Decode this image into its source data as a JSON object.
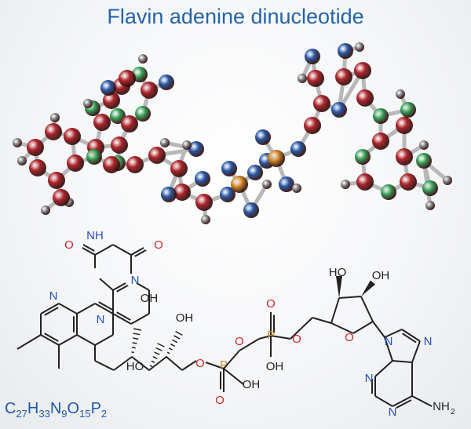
{
  "title": "Flavin adenine dinucleotide",
  "formula": [
    {
      "t": "C",
      "s": false
    },
    {
      "t": "27",
      "s": true
    },
    {
      "t": "H",
      "s": false
    },
    {
      "t": "33",
      "s": true
    },
    {
      "t": "N",
      "s": false
    },
    {
      "t": "9",
      "s": true
    },
    {
      "t": "O",
      "s": false
    },
    {
      "t": "15",
      "s": true
    },
    {
      "t": "P",
      "s": false
    },
    {
      "t": "2",
      "s": true
    }
  ],
  "colors": {
    "title": "#2563a8",
    "carbon": "#b0262c",
    "nitrogen": "#3aa35a",
    "oxygen": "#2a5aa8",
    "phosphorus": "#d68a2a",
    "hydrogen": "#8a8a8a",
    "label_O": "#d0262c",
    "label_N": "#2a4fc0",
    "label_P": "#d68a2a",
    "bond": "#222222"
  },
  "atom_labels": {
    "O": "O",
    "N": "N",
    "NH": "NH",
    "P": "P",
    "OH": "OH",
    "HO": "HO",
    "NH2": "NH",
    "NH2_sub": "2"
  }
}
